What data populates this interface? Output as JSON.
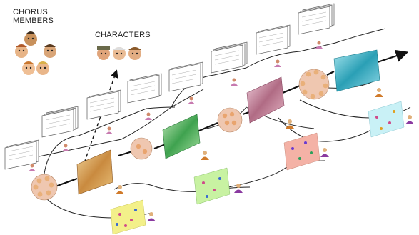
{
  "labels": {
    "chorus_line1": "CHORUS",
    "chorus_line2": "MEMBERS",
    "characters": "CHARACTERS"
  },
  "colors": {
    "flow_arrow": "#111111",
    "branch_line": "#222222",
    "chorus_disc": "#efc7b0",
    "face_skin": "#e9b07a",
    "scene_1": "#d9a25a",
    "scene_2": "#6fc07a",
    "scene_3": "#c98aa0",
    "scene_4": "#4fb7c8",
    "board_yellow": "#f3f08a",
    "board_green": "#c8f2a2",
    "board_red": "#f4b2a6",
    "board_cyan": "#c9f1f6"
  },
  "icons": [
    "face-icon",
    "person-icon",
    "document-stack-icon",
    "scene-image-icon",
    "game-board-icon",
    "arrow-icon"
  ]
}
